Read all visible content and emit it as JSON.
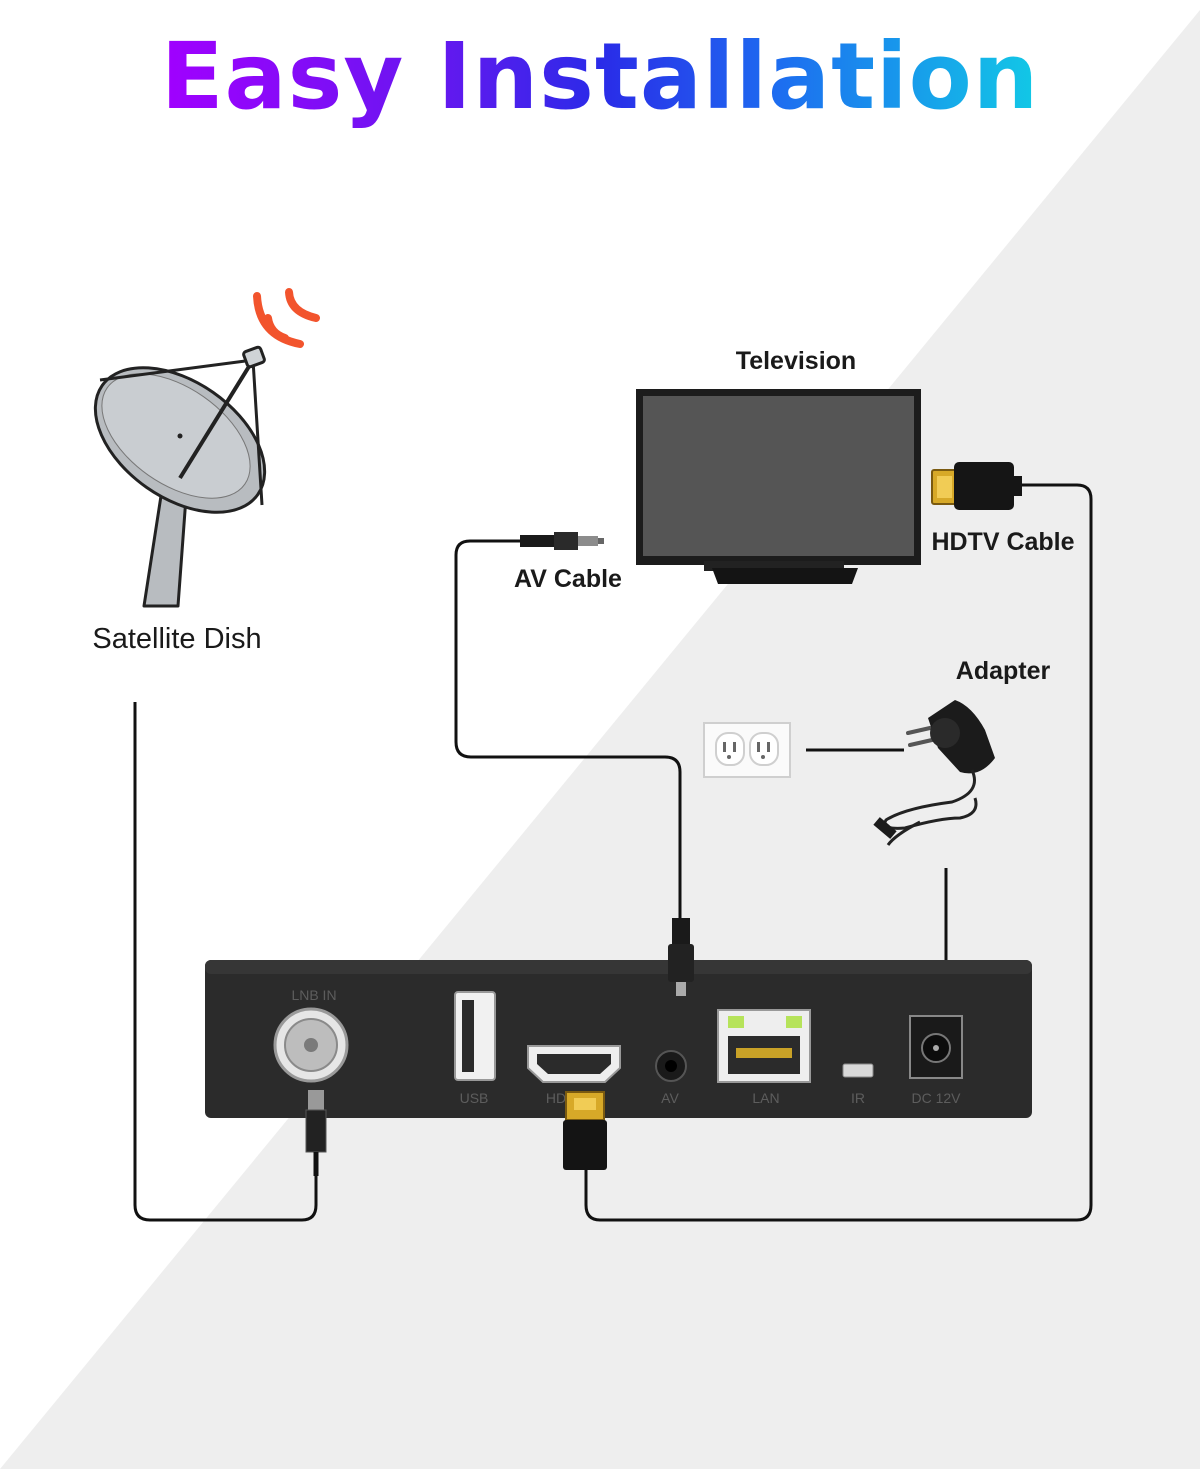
{
  "title": "Easy Installation",
  "labels": {
    "satellite_dish": "Satellite Dish",
    "television": "Television",
    "hdtv_cable": "HDTV Cable",
    "av_cable": "AV Cable",
    "adapter": "Adapter"
  },
  "ports": {
    "lnb_in": "LNB IN",
    "usb": "USB",
    "hdmi": "HD",
    "av": "AV",
    "lan": "LAN",
    "ir": "IR",
    "dc": "DC 12V"
  },
  "colors": {
    "title_gradient_start": "#a100ff",
    "title_gradient_end": "#12c9e6",
    "signal_waves": "#f2542d",
    "receiver_body": "#2b2b2b",
    "lan_led": "#b6e35a",
    "hdmi_gold": "#e8b923"
  },
  "icons": [
    "satellite-dish-icon",
    "signal-waves-icon",
    "television-icon",
    "hdmi-cable-icon",
    "av-cable-icon",
    "wall-outlet-icon",
    "power-adapter-icon",
    "receiver-box-icon"
  ]
}
